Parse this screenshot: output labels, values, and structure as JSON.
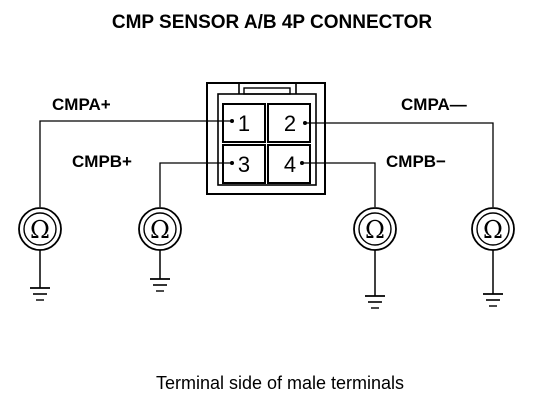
{
  "diagram": {
    "title": "CMP SENSOR A/B 4P CONNECTOR",
    "caption": "Terminal side of male terminals",
    "connector": {
      "pins": [
        {
          "number": "1"
        },
        {
          "number": "2"
        },
        {
          "number": "3"
        },
        {
          "number": "4"
        }
      ]
    },
    "signals": [
      {
        "label": "CMPA+",
        "pin": "1"
      },
      {
        "label": "CMPB+",
        "pin": "3"
      },
      {
        "label": "CMPB−",
        "pin": "4"
      },
      {
        "label": "CMPA—",
        "pin": "2"
      }
    ],
    "meters": [
      {
        "symbol": "Ω",
        "icon": "ohmmeter-icon"
      },
      {
        "symbol": "Ω",
        "icon": "ohmmeter-icon"
      },
      {
        "symbol": "Ω",
        "icon": "ohmmeter-icon"
      },
      {
        "symbol": "Ω",
        "icon": "ohmmeter-icon"
      }
    ],
    "grounds": [
      {
        "icon": "ground-icon"
      },
      {
        "icon": "ground-icon"
      },
      {
        "icon": "ground-icon"
      },
      {
        "icon": "ground-icon"
      }
    ]
  }
}
